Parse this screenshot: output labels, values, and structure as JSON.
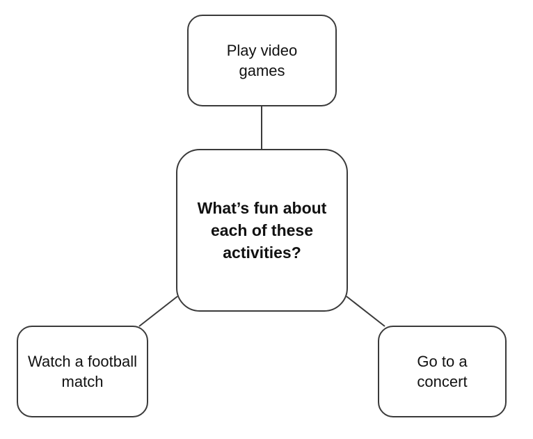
{
  "diagram": {
    "center": {
      "text": "What’s fun about each of these activities?"
    },
    "nodes": [
      {
        "text": "Play video games"
      },
      {
        "text": "Watch a football match"
      },
      {
        "text": "Go to a concert"
      }
    ]
  },
  "colors": {
    "border": "#3a3a3a",
    "text": "#111111",
    "background": "#ffffff"
  }
}
